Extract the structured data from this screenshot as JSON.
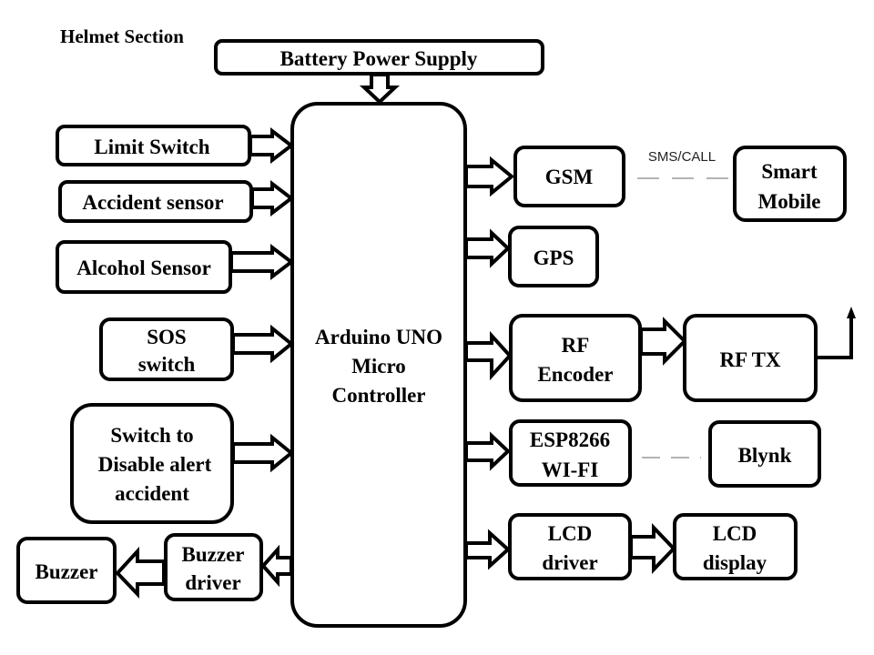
{
  "diagram": {
    "section_title": "Helmet Section",
    "power": {
      "label": "Battery Power Supply"
    },
    "controller": {
      "lines": [
        "Arduino UNO",
        "Micro",
        "Controller"
      ]
    },
    "inputs": [
      {
        "id": "limit-switch",
        "lines": [
          "Limit Switch"
        ]
      },
      {
        "id": "accident-sensor",
        "lines": [
          "Accident sensor"
        ]
      },
      {
        "id": "alcohol-sensor",
        "lines": [
          "Alcohol Sensor"
        ]
      },
      {
        "id": "sos-switch",
        "lines": [
          "SOS",
          "switch"
        ]
      },
      {
        "id": "disable-alert-switch",
        "lines": [
          "Switch to",
          "Disable alert",
          "accident"
        ]
      }
    ],
    "outputs": [
      {
        "id": "gsm",
        "lines": [
          "GSM"
        ]
      },
      {
        "id": "gps",
        "lines": [
          "GPS"
        ]
      },
      {
        "id": "rf-encoder",
        "lines": [
          "RF",
          "Encoder"
        ]
      },
      {
        "id": "esp8266",
        "lines": [
          "ESP8266",
          "WI-FI"
        ]
      },
      {
        "id": "lcd-driver",
        "lines": [
          "LCD",
          "driver"
        ]
      },
      {
        "id": "buzzer-driver",
        "lines": [
          "Buzzer",
          "driver"
        ]
      }
    ],
    "secondary": [
      {
        "id": "smart-mobile",
        "lines": [
          "Smart",
          "Mobile"
        ]
      },
      {
        "id": "rf-tx",
        "lines": [
          "RF TX"
        ]
      },
      {
        "id": "blynk",
        "lines": [
          "Blynk"
        ]
      },
      {
        "id": "lcd-display",
        "lines": [
          "LCD",
          "display"
        ]
      },
      {
        "id": "buzzer",
        "lines": [
          "Buzzer"
        ]
      }
    ],
    "links": {
      "gsm_to_mobile_label": "SMS/CALL"
    }
  }
}
